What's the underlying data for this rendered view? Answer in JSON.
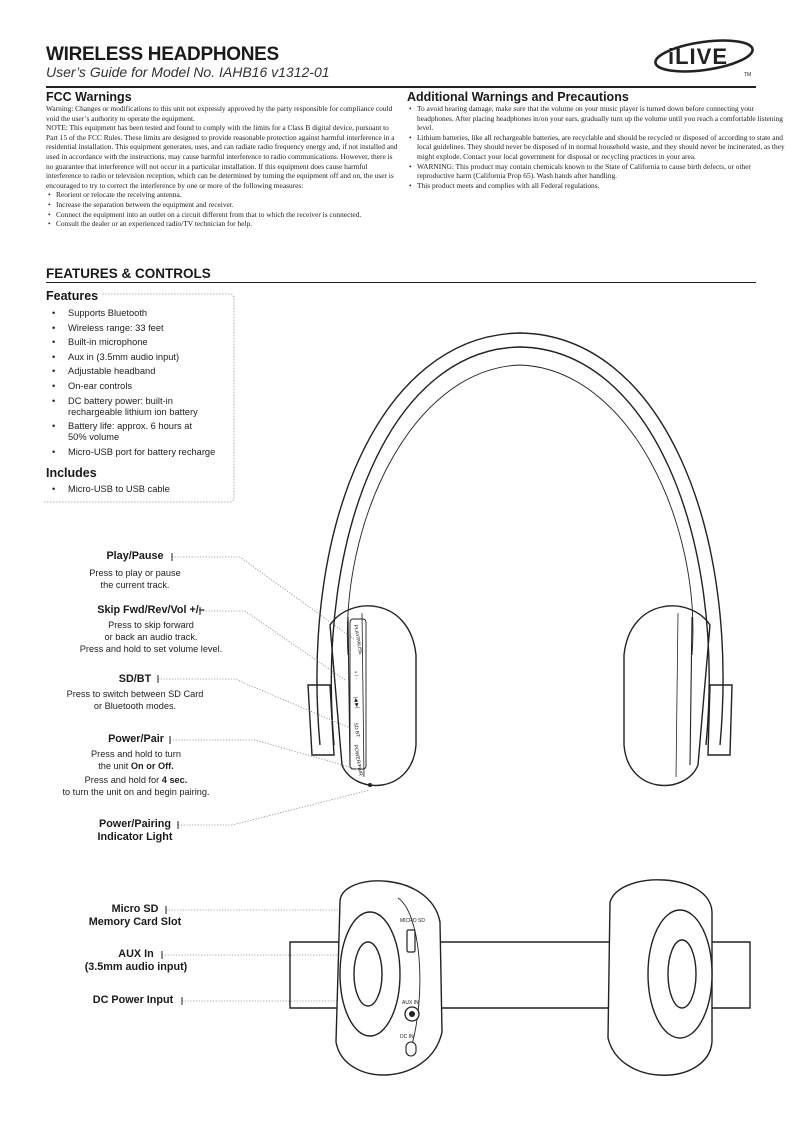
{
  "header": {
    "title": "WIRELESS HEADPHONES",
    "subtitle": "User’s Guide for Model No. IAHB16 v1312-01",
    "logo_text": "iLIVE",
    "logo_tm": "TM"
  },
  "fcc": {
    "heading": "FCC Warnings",
    "p1": "Warning: Changes or modifications to this unit not expressly approved by the party responsible for compliance could void the user’s authority to operate the equipment.",
    "p2": "NOTE: This equipment has been tested and found to comply with the limits for a Class B digital device, pursuant to Part 15 of the FCC Rules. These limits are designed to provide reasonable protection against harmful interference in a residential installation. This equipment generates, uses, and can radiate radio frequency energy and, if not installed and used in accordance with the instructions, may cause harmful interference to radio communications. However, there is no guarantee that interference will not occur in a particular installation. If this equipment does cause harmful interference to radio or television reception, which can be determined by turning the equipment off and on, the user is encouraged to try to correct the interference by one or more of the following measures:",
    "bullets": [
      "Reorient or relocate the receiving antenna.",
      "Increase the separation between the equipment and receiver.",
      "Connect the equipment into an outlet on a circuit different from that to which the receiver is connected.",
      "Consult the dealer or an experienced radio/TV technician for help."
    ]
  },
  "additional": {
    "heading": "Additional Warnings and Precautions",
    "bullets": [
      "To avoid hearing damage, make sure that the volume on your music player is turned down before connecting your headphones. After placing headphones in/on your ears, gradually turn up the volume until you reach a comfortable listening level.",
      "Lithium batteries, like all rechargeable batteries, are recyclable and should be recycled or disposed of according to state and local guidelines. They should never be disposed of in normal household waste, and they should never be incinerated, as they might explode. Contact your local government for disposal or recycling practices in your area.",
      "WARNING: This product may contain chemicals known to the State of California to cause birth defects, or other reproductive harm (California Prop 65). Wash hands after handling.",
      "This product meets and complies with all Federal regulations."
    ]
  },
  "features_controls": {
    "heading": "FEATURES & CONTROLS",
    "features_heading": "Features",
    "features": [
      "Supports Bluetooth",
      "Wireless range: 33 feet",
      "Built-in microphone",
      "Aux in (3.5mm audio input)",
      "Adjustable headband",
      "On-ear controls",
      "DC battery power: built-in rechargeable lithium ion battery",
      "Battery life: approx. 6 hours at 50% volume",
      "Micro-USB port for battery recharge"
    ],
    "includes_heading": "Includes",
    "includes": [
      "Micro-USB to USB cable"
    ]
  },
  "callouts": {
    "play_pause": {
      "title": "Play/Pause",
      "line1": "Press to play or pause",
      "line2": "the current track."
    },
    "skip": {
      "title": "Skip Fwd/Rev/Vol +/–",
      "line1": "Press to skip forward",
      "line2": "or back an audio track.",
      "line3": "Press and hold to set volume level."
    },
    "sdbt": {
      "title": "SD/BT",
      "line1": "Press to switch between SD Card",
      "line2": "or Bluetooth modes."
    },
    "power": {
      "title": "Power/Pair",
      "line1": "Press and hold to turn",
      "line2_pre": "the unit ",
      "line2_bold": "On or Off.",
      "line3_pre": "Press and hold for ",
      "line3_bold": "4 sec.",
      "line4": "to turn the unit on and begin pairing."
    },
    "indicator": {
      "title_line1": "Power/Pairing",
      "title_line2": "Indicator Light"
    },
    "microsd": {
      "title_line1": "Micro SD",
      "title_line2": "Memory Card Slot"
    },
    "aux": {
      "title_line1": "AUX In",
      "title_line2": "(3.5mm audio input)"
    },
    "dc": {
      "title": "DC Power Input"
    }
  },
  "device_labels": {
    "micro_sd": "MICRO SD",
    "aux_in": "AUX IN",
    "dc_in": "DC IN"
  }
}
